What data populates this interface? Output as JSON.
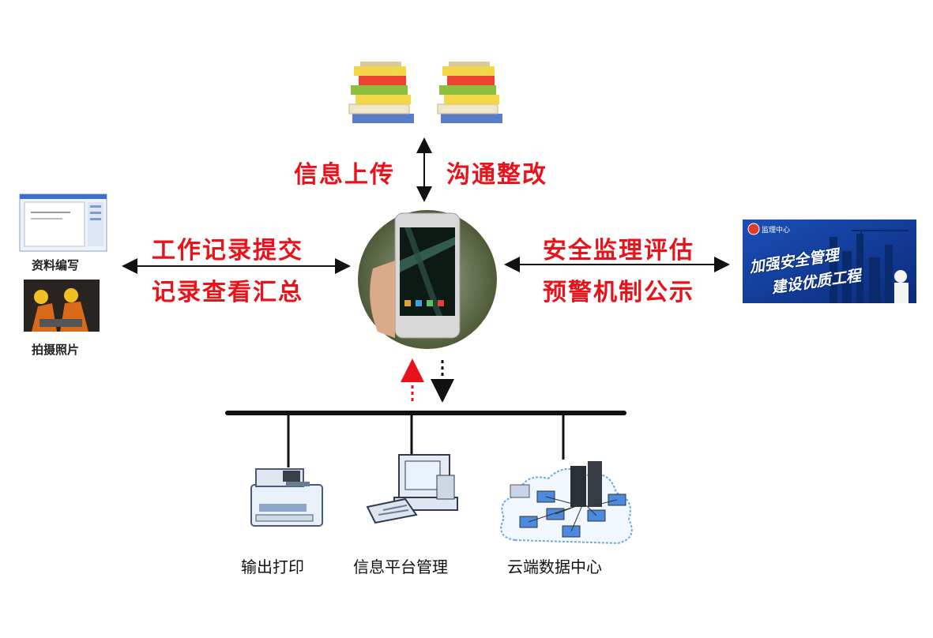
{
  "top_labels": {
    "left": "信息上传",
    "right": "沟通整改"
  },
  "left_labels": {
    "line1": "工作记录提交",
    "line2": "记录查看汇总"
  },
  "right_labels": {
    "line1": "安全监理评估",
    "line2": "预警机制公示"
  },
  "left_items": {
    "doc_caption": "资料编写",
    "photo_caption": "拍摄照片"
  },
  "banner": {
    "brand": "监理中心",
    "line1": "加强安全管理",
    "line2": "建设优质工程"
  },
  "bottom_nodes": [
    "输出打印",
    "信息平台管理",
    "云端数据中心"
  ],
  "colors": {
    "accent_red": "#e8131a",
    "text": "#111111",
    "line": "#111111"
  }
}
